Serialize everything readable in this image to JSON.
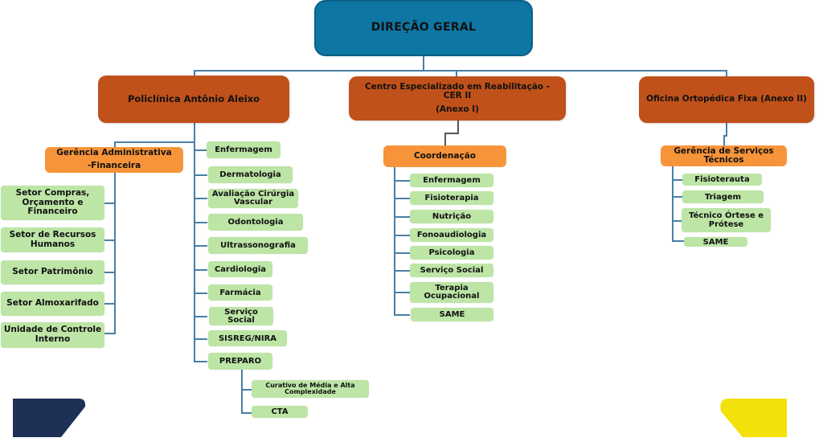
{
  "root": {
    "label": "DIREÇÃO GERAL"
  },
  "units": {
    "policlinica": {
      "label": "Policlínica Antônio Aleixo",
      "management": {
        "label_line1": "Gerência Administrativa",
        "label_line2": "-Financeira"
      },
      "admin_sectors": [
        "Setor Compras, Orçamento e Financeiro",
        "Setor de Recursos Humanos",
        "Setor Patrimônio",
        "Setor Almoxarifado",
        "Unidade de Controle Interno"
      ],
      "services": [
        "Enfermagem",
        "Dermatologia",
        "Avaliação Cirúrgia Vascular",
        "Odontologia",
        "Ultrassonografia",
        "Cardiologia",
        "Farmácia",
        "Serviço Social",
        "SISREG/NIRA",
        "PREPARO"
      ],
      "preparo_children": [
        "Curativo de Média e Alta Complexidade",
        "CTA"
      ]
    },
    "cer": {
      "label_line1": "Centro Especializado em Reabilitação -",
      "label_line2": "CER II",
      "label_line3": "(Anexo I)",
      "management": {
        "label": "Coordenação"
      },
      "services": [
        "Enfermagem",
        "Fisioterapia",
        "Nutrição",
        "Fonoaudiologia",
        "Psicologia",
        "Serviço Social",
        "Terapia Ocupacional",
        "SAME"
      ]
    },
    "oficina": {
      "label": "Oficina Ortopédica Fixa (Anexo II)",
      "management": {
        "label": "Gerência de Serviços Técnicos"
      },
      "services": [
        "Fisioterauta",
        "Triagem",
        "Técnico Órtese e Prótese",
        "SAME"
      ]
    }
  },
  "colors": {
    "root": "#0e76a3",
    "unit": "#c0511a",
    "management": "#f7943a",
    "leaf": "#bde5a6",
    "connector": "#4a7fa5",
    "deco_left": "#1f3057",
    "deco_right": "#f2e10a"
  }
}
